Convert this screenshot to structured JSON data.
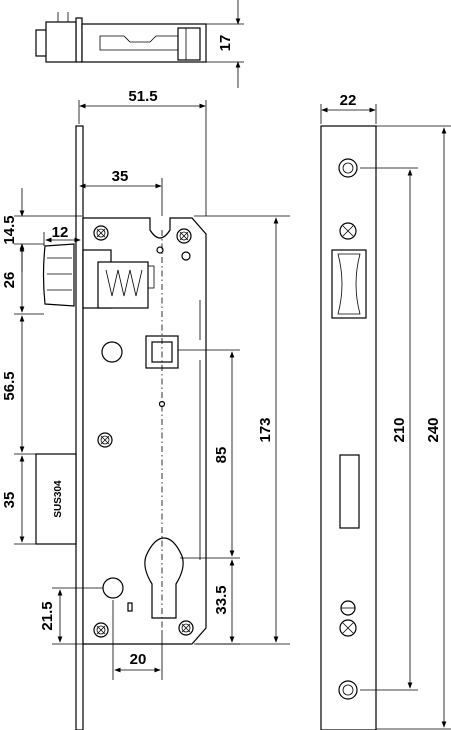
{
  "stamp_text": "SUS304",
  "dimensions": {
    "latch_height": "17",
    "backset_total": "51.5",
    "backset_35": "35",
    "top_offset": "14.5",
    "latch_projection": "12",
    "latch_26": "26",
    "spacing_56_5": "56.5",
    "bolt_35": "35",
    "bottom_21_5": "21.5",
    "bottom_20": "20",
    "center_85": "85",
    "cyl_33_5": "33.5",
    "case_173": "173",
    "faceplate_width": "22",
    "screw_210": "210",
    "faceplate_240": "240"
  }
}
